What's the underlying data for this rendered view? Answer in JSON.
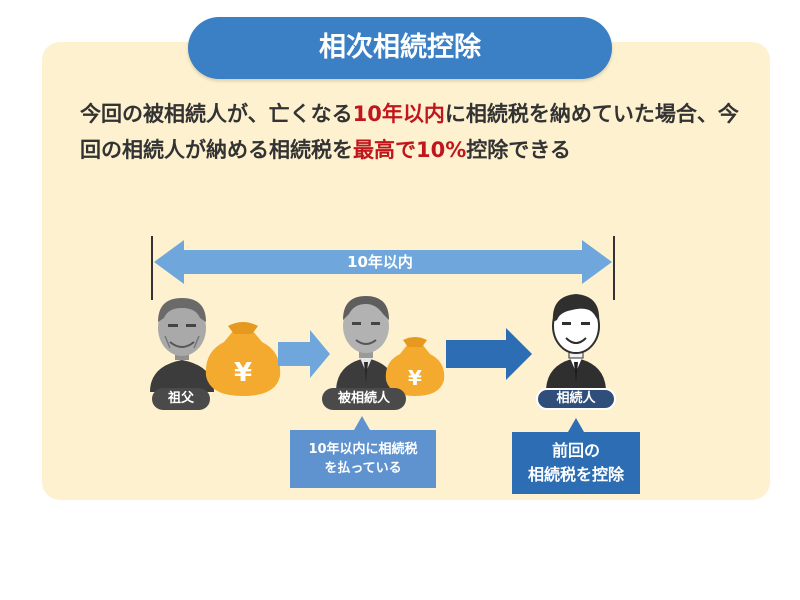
{
  "title": "相次相続控除",
  "description": {
    "part1": "今回の被相続人が、亡くなる",
    "part2_highlight": "10年以内",
    "part3": "に相続税を納めていた場合、今回の相続人が納める相続税を",
    "part4_highlight": "最高で10%",
    "part5": "控除できる"
  },
  "timeline": {
    "span_label": "10年以内"
  },
  "people": {
    "grandfather": "祖父",
    "decedent": "被相続人",
    "heir": "相続人"
  },
  "notes": {
    "decedent_note_line1": "10年以内に相続税",
    "decedent_note_line2": "を払っている",
    "heir_note_line1": "前回の",
    "heir_note_line2": "相続税を控除"
  },
  "money_symbol": "¥",
  "colors": {
    "title_bg": "#3b7fc4",
    "panel_bg": "#fdf1cf",
    "highlight": "#c0161d",
    "arrow_light": "#6fa7dc",
    "arrow_dark": "#2d6db3",
    "money": "#f3aa2e"
  }
}
